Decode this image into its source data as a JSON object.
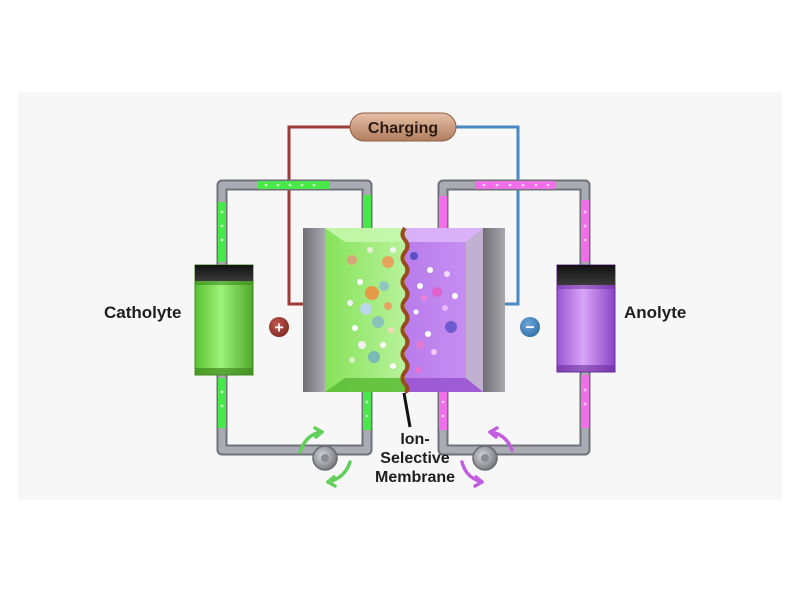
{
  "diagram": {
    "mode_label": "Charging",
    "tanks": {
      "left_label": "Catholyte",
      "right_label": "Anolyte"
    },
    "terminals": {
      "positive_symbol": "+",
      "negative_symbol": "−"
    },
    "membrane": {
      "label_lines": [
        "Ion-",
        "Selective",
        "Membrane"
      ]
    },
    "colors": {
      "catholyte": "#6fd84a",
      "anolyte": "#b36be6",
      "positive_wire": "#9c3a34",
      "negative_wire": "#4a88c4",
      "pipe": "#8c8f96",
      "membrane": "#9b4a1e",
      "resistor": "#c99a7c"
    }
  }
}
